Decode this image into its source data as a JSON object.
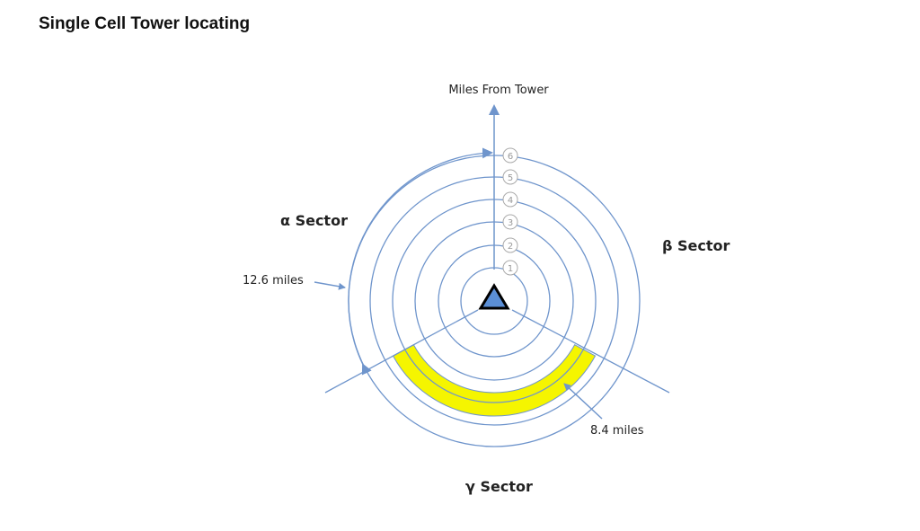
{
  "title": "Single Cell Tower locating",
  "diagram": {
    "axis_label": "Miles From Tower",
    "ring_labels": [
      "1",
      "2",
      "3",
      "4",
      "5",
      "6"
    ],
    "sectors": {
      "alpha": "α Sector",
      "beta": "β Sector",
      "gamma": "γ Sector"
    },
    "annotations": {
      "outer": "12.6 miles",
      "band": "8.4 miles"
    },
    "colors": {
      "line": "#6f95cc",
      "band": "#f5f500",
      "tower": "#5b8fd6"
    }
  }
}
